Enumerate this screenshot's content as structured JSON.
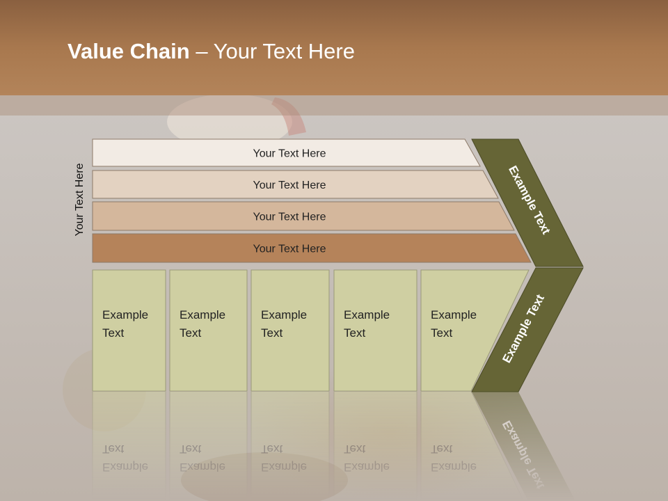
{
  "title": {
    "bold": "Value Chain",
    "rest": " – Your Text Here"
  },
  "side_label": "Your Text Here",
  "support_rows": [
    {
      "label": "Your Text Here",
      "color": "#f2ebe4"
    },
    {
      "label": "Your Text Here",
      "color": "#e3d2c1"
    },
    {
      "label": "Your Text Here",
      "color": "#d4b79c"
    },
    {
      "label": "Your Text Here",
      "color": "#b5835a"
    }
  ],
  "primary_boxes": [
    {
      "line1": "Example",
      "line2": "Text"
    },
    {
      "line1": "Example",
      "line2": "Text"
    },
    {
      "line1": "Example",
      "line2": "Text"
    },
    {
      "line1": "Example",
      "line2": "Text"
    },
    {
      "line1": "Example",
      "line2": "Text"
    }
  ],
  "chevron_top_label": "Example Text",
  "chevron_bottom_label": "Example Text",
  "colors": {
    "header": "#a8784e",
    "box_fill": "#cfcfa2",
    "chevron_fill": "#666536",
    "background": "#cfcbc8"
  }
}
